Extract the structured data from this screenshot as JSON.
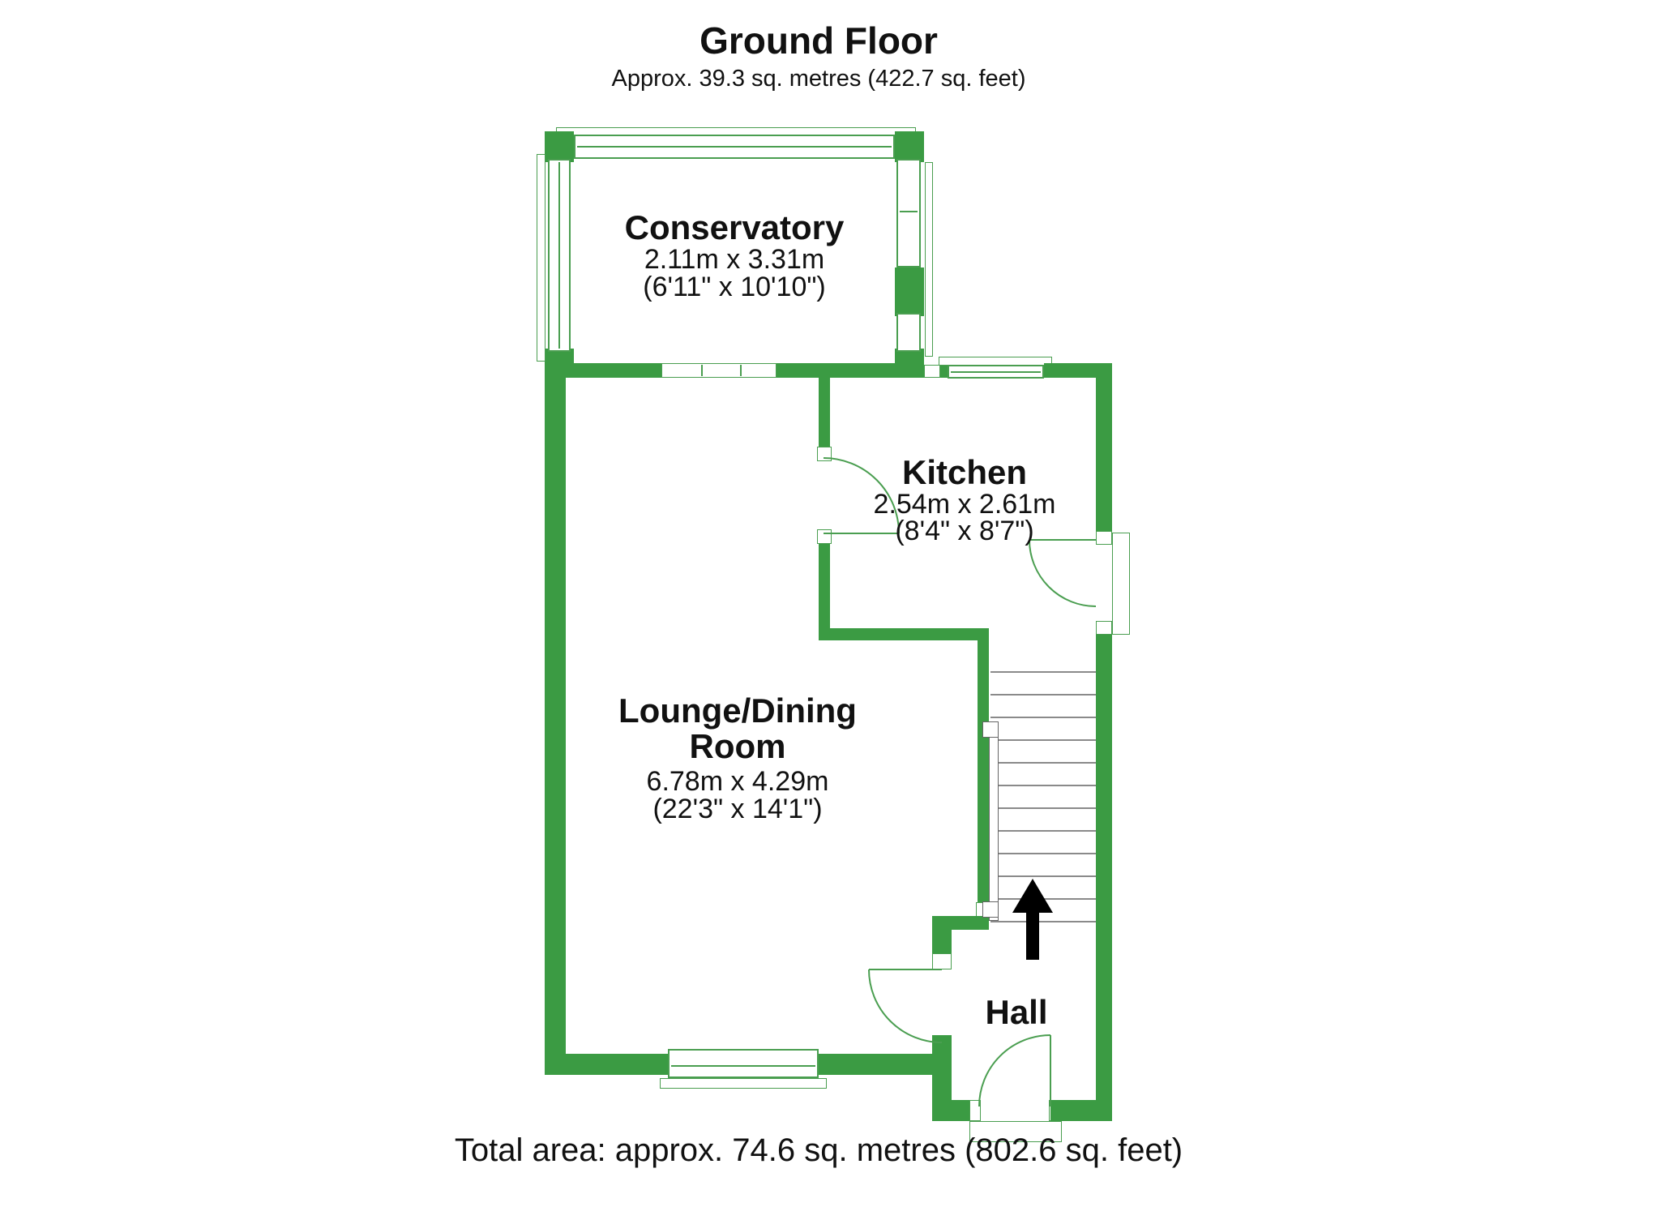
{
  "header": {
    "title": "Ground Floor",
    "subtitle": "Approx. 39.3 sq. metres (422.7 sq. feet)"
  },
  "rooms": {
    "conservatory": {
      "name": "Conservatory",
      "dims_metric": "2.11m x 3.31m",
      "dims_imperial": "(6'11\" x 10'10\")"
    },
    "kitchen": {
      "name": "Kitchen",
      "dims_metric": "2.54m x 2.61m",
      "dims_imperial": "(8'4\" x 8'7\")"
    },
    "lounge": {
      "name_line1": "Lounge/Dining",
      "name_line2": "Room",
      "dims_metric": "6.78m x 4.29m",
      "dims_imperial": "(22'3\" x 14'1\")"
    },
    "hall": {
      "name": "Hall"
    }
  },
  "footer": {
    "total_area": "Total area: approx. 74.6 sq. metres (802.6 sq. feet)"
  },
  "colors": {
    "wall_green": "#3B9B43",
    "line_green": "#4A9E50",
    "stair_tread_grey": "#8a8a8a",
    "text_black": "#111111"
  },
  "icons": {
    "stairs_direction": "up-arrow"
  }
}
